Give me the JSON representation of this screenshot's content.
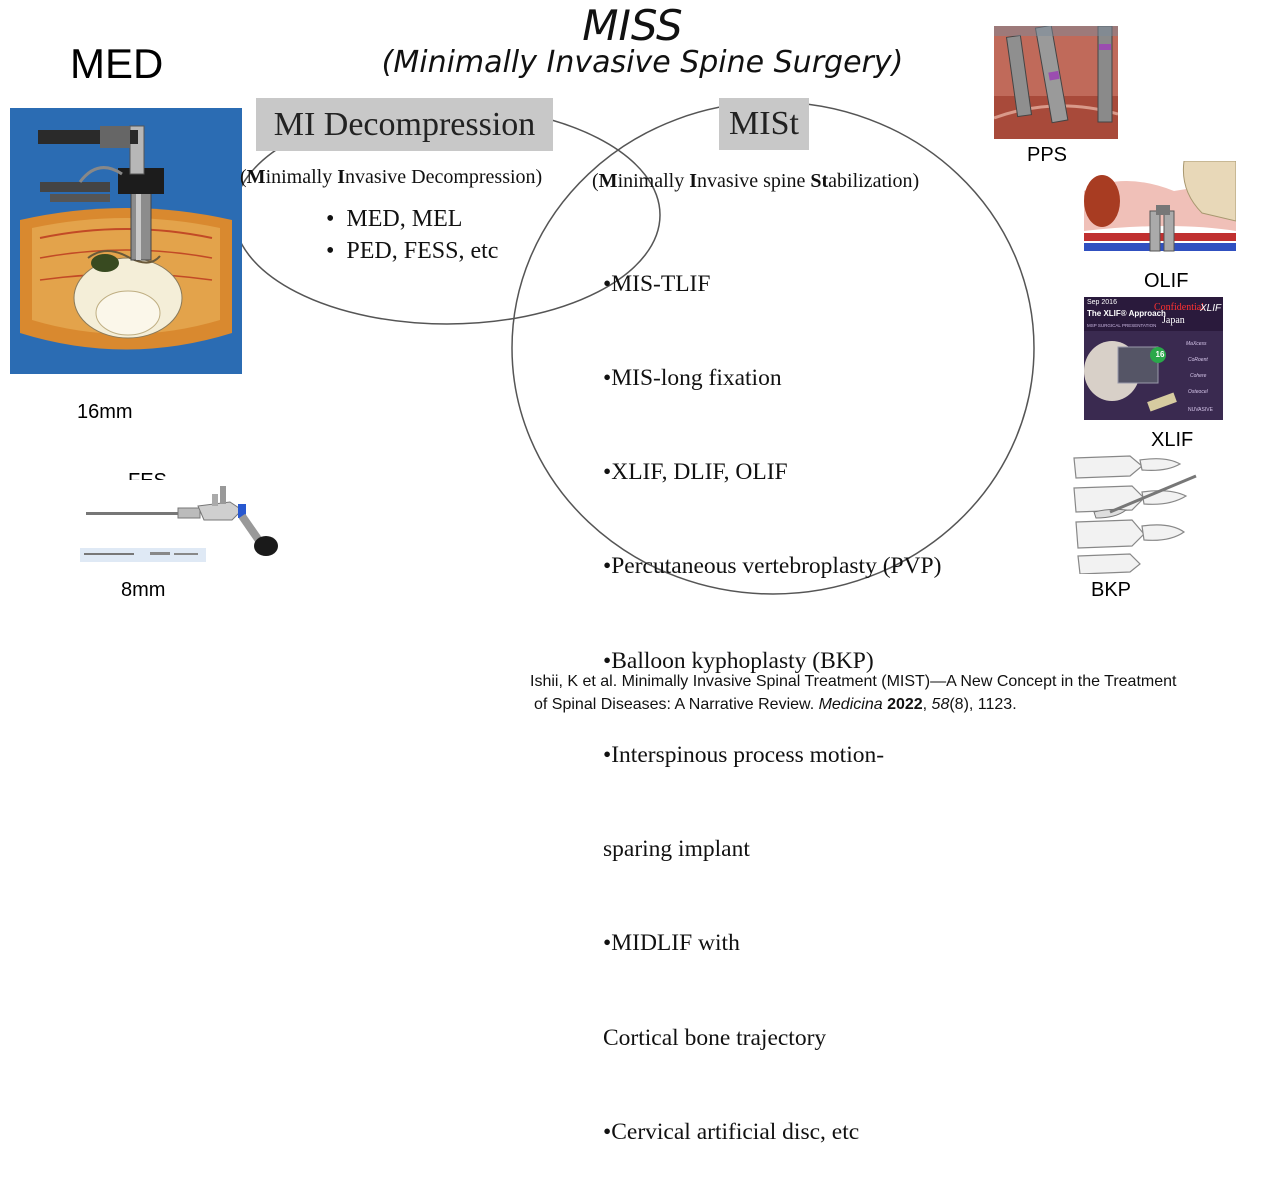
{
  "title": {
    "main": "MISS",
    "subtitle": "(Minimally Invasive Spine Surgery)"
  },
  "left": {
    "med_label": "MED",
    "med_size": "16mm",
    "fes_label": "FES",
    "fes_size": "8mm"
  },
  "decompression": {
    "title": "MI Decompression",
    "subtitle_parts": [
      "(",
      "M",
      "inimally ",
      "I",
      "nvasive Decompression)"
    ],
    "items": [
      "MED, MEL",
      "PED, FESS, etc"
    ]
  },
  "stabilization": {
    "title": "MISt",
    "subtitle_parts": [
      "(",
      "M",
      "inimally ",
      "I",
      "nvasive spine ",
      "St",
      "abilization)"
    ],
    "items": [
      "•MIS-TLIF",
      "•MIS-long fixation",
      "•XLIF, DLIF, OLIF",
      "•Percutaneous vertebroplasty (PVP)",
      "•Balloon kyphoplasty (BKP)",
      "•Interspinous process motion-",
      " sparing implant",
      "•MIDLIF with",
      " Cortical bone trajectory",
      "•Cervical artificial disc, etc"
    ]
  },
  "right": {
    "pps_label": "PPS",
    "olif_label": "OLIF",
    "xlif_label": "XLIF",
    "bkp_label": "BKP",
    "xlif_slide": {
      "date": "Sep 2016",
      "heading": "The XLIF® Approach",
      "stamp1": "Confidential",
      "stamp2": "Japan",
      "logo": "XLIF",
      "subline": "MSP SURGICAL PRESENTATION",
      "badge": "16",
      "tags": [
        "MaXcess",
        "CoRoent",
        "Cohere",
        "Osteocel"
      ],
      "brand": "NUVASIVE"
    }
  },
  "reference": {
    "line1": "Ishii, K et al. Minimally Invasive Spinal Treatment (MIST)—A New Concept in the Treatment",
    "line2_a": "of Spinal Diseases: A Narrative Review. ",
    "journal": "Medicina",
    "year": "2022",
    "sep1": ", ",
    "volume": "58",
    "issue": "(8), 1123."
  },
  "colors": {
    "box_fill": "#c8c8c8",
    "med_background": "#2b6cb3",
    "xlif_background": "#2a1a3c",
    "circle_stroke": "#555555"
  }
}
